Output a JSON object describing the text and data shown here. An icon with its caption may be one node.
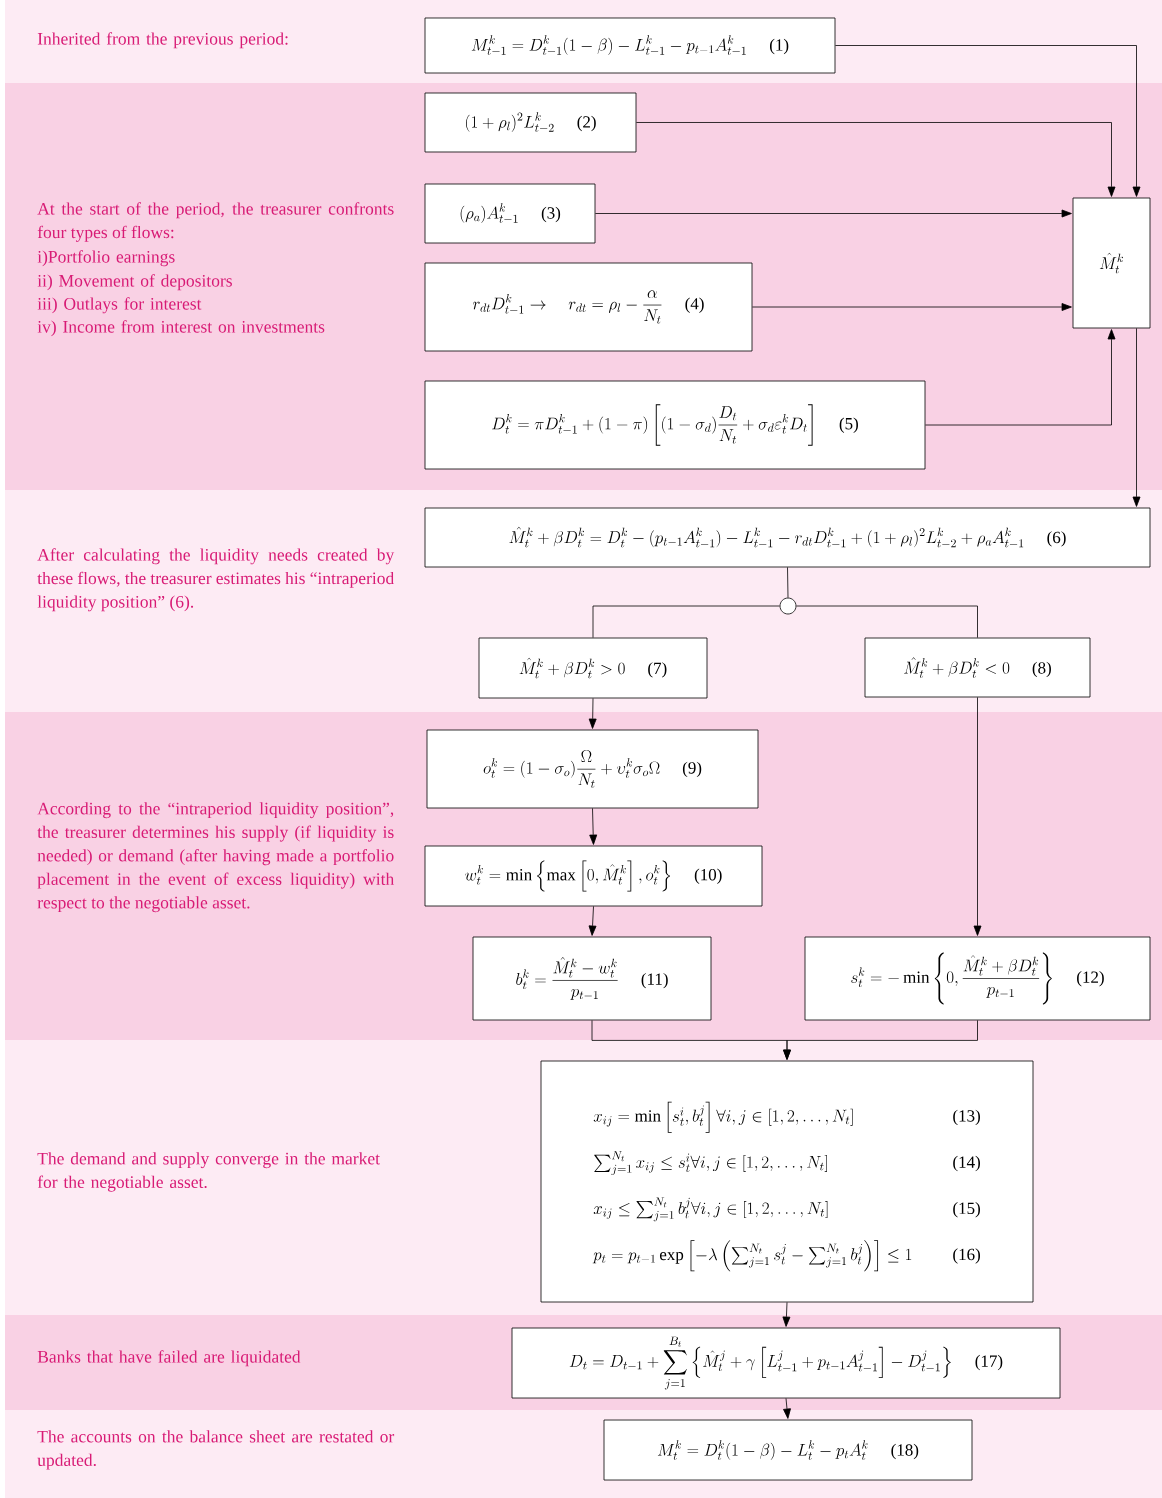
{
  "diagram": {
    "nodes": [
      {
        "text": [
          "M_{t-1}^{k}=D_{t-1}^{k}(1-\\beta)-L_{t-1}^{k}-p_{t-1}A_{t-1}^{k}",
          "(1)"
        ]
      },
      {
        "text": [
          "(1+\\rho_{l})^{2}L_{t-2}^{k}",
          "(2)"
        ]
      },
      {
        "text": [
          "(\\rho_{a})A_{t-1}^{k}",
          "(3)"
        ]
      },
      {
        "text": [
          "r_{dt}D_{t-1}^{k}\\rightarrow\\quad r_{dt}=\\rho_{l}-\\frac{\\alpha}{N_{t}}",
          "(4)"
        ]
      },
      {
        "text": [
          "D_{t}^{k}=\\pi D_{t-1}^{k}+(1-\\pi)\\left[(1-\\sigma_{d})\\frac{D_{t}}{N_{t}}+\\sigma_{d}\\varepsilon_{t}^{k}D_{t}\\right]",
          "(5)"
        ]
      },
      {
        "text": [
          "\\hat{M}_{t}^{k}"
        ]
      },
      {
        "text": [
          "\\hat{M}_{t}^{k}+\\beta D_{t}^{k}=D_{t}^{k}-(p_{t-1}A_{t-1}^{k})-L_{t-1}^{k}-r_{dt}D_{t-1}^{k}+(1+\\rho_{l})^{2}L_{t-2}^{k}+\\rho_{a}A_{t-1}^{k}",
          "(6)"
        ]
      },
      {
        "text": [],
        "shape": "circle"
      },
      {
        "text": [
          "\\hat{M}_{t}^{k}+\\beta D_{t}^{k}>0",
          "(7)"
        ]
      },
      {
        "text": [
          "\\hat{M}_{t}^{k}+\\beta D_{t}^{k}<0",
          "(8)"
        ]
      },
      {
        "text": [
          "o_{t}^{k}=(1-\\sigma_{o})\\frac{\\Omega}{N_{t}}+\\upsilon_{t}^{k}\\sigma_{o}\\Omega",
          "(9)"
        ]
      },
      {
        "text": [
          "w_{t}^{k}=\\min\\left\\{\\max\\left[0,\\hat{M}_{t}^{k}\\right],o_{t}^{k}\\right\\}",
          "(10)"
        ]
      },
      {
        "text": [
          "b_{t}^{k}=\\frac{\\hat{M}_{t}^{k}-w_{t}^{k}}{p_{t-1}}",
          "(11)"
        ]
      },
      {
        "text": [
          "s_{t}^{k}=-\\min\\left\\{0,\\frac{\\hat{M}_{t}^{k}+\\beta D_{t}^{k}}{p_{t-1}}\\right\\}",
          "(12)"
        ]
      },
      {
        "text": [
          "x_{ij}=\\min\\left[s_{t}^{i},b_{t}^{j}\\right]\\forall i,j\\in\\left[1,2,\\ldots,N_{t}\\right]",
          "(13)",
          "\\sum_{j=1}^{N_{t}}x_{ij}\\leq s_{t}^{i}\\forall i,j\\in\\left[1,2,\\ldots,N_{t}\\right]",
          "(14)",
          "x_{ij}\\leq\\sum_{j=1}^{N_{t}}b_{t}^{j}\\forall i,j\\in\\left[1,2,\\ldots,N_{t}\\right]",
          "(15)",
          "p_{t}=p_{t-1}\\exp\\left[-\\lambda\\left(\\sum_{j=1}^{N_{t}}s_{t}^{j}-\\sum_{j=1}^{N_{t}}b_{t}^{j}\\right)\\right]\\leq 1",
          "(16)"
        ]
      },
      {
        "text": [
          "D_{t}=D_{t-1}+\\sum_{j=1}^{B_{t}}\\left\\{\\hat{M}_{t}^{j}+\\gamma\\left[L_{t-1}^{j}+p_{t-1}A_{t-1}^{j}\\right]-D_{t-1}^{j}\\right\\}",
          "(17)"
        ]
      },
      {
        "text": [
          "M_{t}^{k}=D_{t}^{k}(1-\\beta)-L_{t}^{k}-p_{t}A_{t}^{k}",
          "(18)"
        ]
      }
    ],
    "edges": [
      {
        "from": 0,
        "to": 5,
        "arrow": "to"
      },
      {
        "from": 1,
        "to": 5,
        "arrow": "to"
      },
      {
        "from": 2,
        "to": 5,
        "arrow": "to"
      },
      {
        "from": 3,
        "to": 5,
        "arrow": "to"
      },
      {
        "from": 4,
        "to": 5,
        "arrow": "to"
      },
      {
        "from": 5,
        "to": 6,
        "arrow": "to"
      },
      {
        "from": 6,
        "to": 7,
        "arrow": "none"
      },
      {
        "from": 7,
        "to": 8,
        "arrow": "none"
      },
      {
        "from": 7,
        "to": 9,
        "arrow": "none"
      },
      {
        "from": 8,
        "to": 10,
        "arrow": "to"
      },
      {
        "from": 10,
        "to": 11,
        "arrow": "to"
      },
      {
        "from": 11,
        "to": 12,
        "arrow": "to"
      },
      {
        "from": 9,
        "to": 13,
        "arrow": "to"
      },
      {
        "from": 12,
        "to": 14,
        "arrow": "to"
      },
      {
        "from": 13,
        "to": 14,
        "arrow": "to"
      },
      {
        "from": 14,
        "to": 15,
        "arrow": "to"
      },
      {
        "from": 15,
        "to": 16,
        "arrow": "to"
      }
    ],
    "labels": [
      "Inherited from the previous period:",
      "At the start of the period, the treasurer confronts four types of flows:",
      "i)Portfolio earnings",
      "ii) Movement of depositors",
      "iii) Outlays for interest",
      "iv) Income from interest on investments",
      "After calculating the liquidity needs created by these flows, the treasurer estimates his “intraperiod liquidity position” (6).",
      "According to the “intraperiod liquidity position”, the treasurer determines his supply (if liquidity is needed) or demand (after having made a portfolio placement in the event of excess liquidity) with respect to the negotiable asset.",
      "The demand and supply converge in the market for the negotiable asset.",
      "Banks that have failed are liquidated",
      "The accounts on the balance sheet are restated or updated."
    ]
  }
}
